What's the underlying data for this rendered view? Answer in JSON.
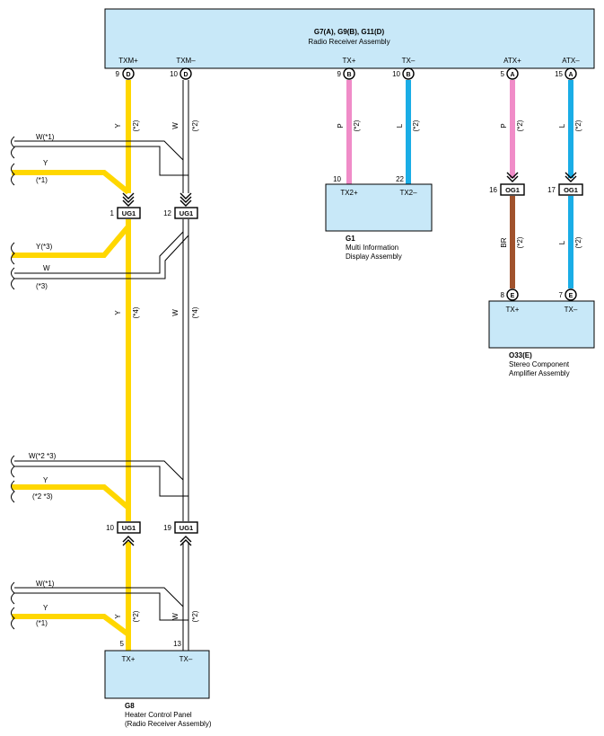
{
  "colors": {
    "yellow": "#FFD700",
    "pink": "#F08CC8",
    "blue": "#1AADE6",
    "brown": "#A0522D",
    "box_fill": "#C8E8F8",
    "line": "#000000"
  },
  "radio": {
    "title": "G7(A), G9(B), G11(D)",
    "name": "Radio Receiver Assembly",
    "pins": [
      {
        "label": "TXM+",
        "num": "9",
        "conn": "D"
      },
      {
        "label": "TXM–",
        "num": "10",
        "conn": "D"
      },
      {
        "label": "TX+",
        "num": "9",
        "conn": "B"
      },
      {
        "label": "TX–",
        "num": "10",
        "conn": "B"
      },
      {
        "label": "ATX+",
        "num": "5",
        "conn": "A"
      },
      {
        "label": "ATX–",
        "num": "15",
        "conn": "A"
      }
    ]
  },
  "g1": {
    "id": "G1",
    "name1": "Multi Information",
    "name2": "Display Assembly",
    "pins": [
      {
        "label": "TX2+",
        "num": "10"
      },
      {
        "label": "TX2–",
        "num": "22"
      }
    ]
  },
  "o33": {
    "id": "O33(E)",
    "name1": "Stereo Component",
    "name2": "Amplifier Assembly",
    "pins": [
      {
        "label": "TX+",
        "num": "8",
        "conn": "E"
      },
      {
        "label": "TX–",
        "num": "7",
        "conn": "E"
      }
    ]
  },
  "g8": {
    "id": "G8",
    "name1": "Heater Control Panel",
    "name2": "(Radio Receiver Assembly)",
    "pins": [
      {
        "label": "TX+",
        "num": "5"
      },
      {
        "label": "TX–",
        "num": "13"
      }
    ]
  },
  "connectors": {
    "ug1_top_left": {
      "num": "1",
      "label": "UG1"
    },
    "ug1_top_right": {
      "num": "12",
      "label": "UG1"
    },
    "ug1_bot_left": {
      "num": "10",
      "label": "UG1"
    },
    "ug1_bot_right": {
      "num": "19",
      "label": "UG1"
    },
    "og1_left": {
      "num": "16",
      "label": "OG1"
    },
    "og1_right": {
      "num": "17",
      "label": "OG1"
    }
  },
  "wire_labels": {
    "y": "Y",
    "w": "W",
    "p": "P",
    "l": "L",
    "br": "BR",
    "n2": "(*2)",
    "n4": "(*4)"
  },
  "branches": {
    "b1_w": "W(*1)",
    "b1_y": "Y",
    "b1_note": "(*1)",
    "b2_y": "Y(*3)",
    "b2_w": "W",
    "b2_note": "(*3)",
    "b3_w": "W(*2 *3)",
    "b3_y": "Y",
    "b3_note": "(*2 *3)",
    "b4_w": "W(*1)",
    "b4_y": "Y",
    "b4_note": "(*1)"
  }
}
